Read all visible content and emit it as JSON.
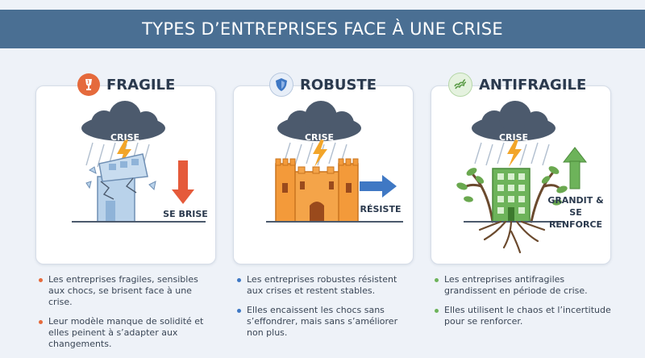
{
  "title": "TYPES D’ENTREPRISES FACE À UNE CRISE",
  "colors": {
    "header": "#4a6f93",
    "fragile": "#e56a3c",
    "robuste": "#3f78c4",
    "antifragile": "#6db35a"
  },
  "columns": [
    {
      "title": "FRAGILE",
      "icon": "broken-glass-icon",
      "cloud_label": "CRISE",
      "outcome_label": "SE BRISE",
      "bullets": [
        "Les entreprises fragiles, sensibles aux chocs, se brisent face à une crise.",
        "Leur modèle manque de solidité et elles peinent à s’adapter aux changements."
      ]
    },
    {
      "title": "ROBUSTE",
      "icon": "shield-icon",
      "cloud_label": "CRISE",
      "outcome_label": "RÉSISTE",
      "bullets": [
        "Les entreprises robustes résistent aux crises et restent stables.",
        "Elles encaissent les chocs sans s’effondrer, mais sans s’améliorer non plus."
      ]
    },
    {
      "title": "ANTIFRAGILE",
      "icon": "spring-icon",
      "cloud_label": "CRISE",
      "outcome_label": "GRANDIT & SE RENFORCE",
      "bullets": [
        "Les entreprises antifragiles grandissent en période de crise.",
        "Elles utilisent le chaos et l’incertitude pour se renforcer."
      ]
    }
  ]
}
